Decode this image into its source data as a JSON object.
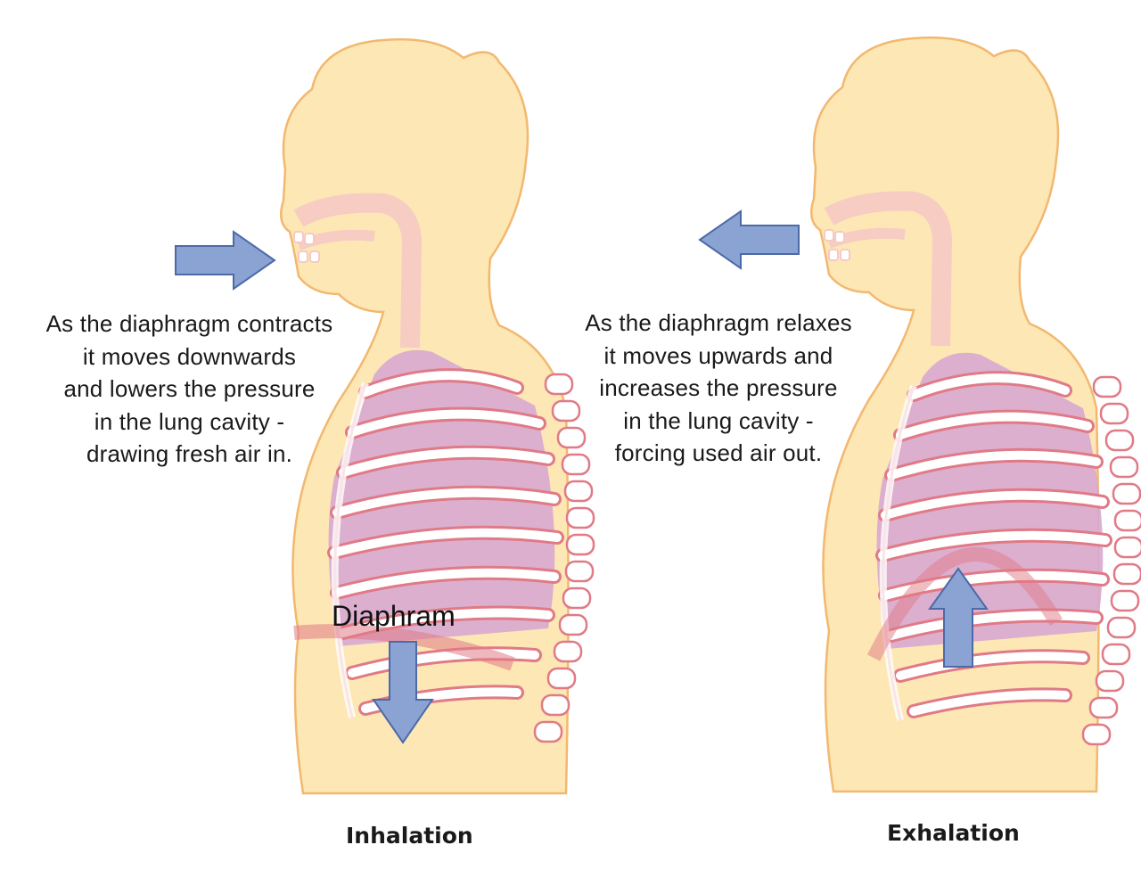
{
  "inhalation": {
    "caption": "Inhalation",
    "text_lines": [
      "As the diaphragm contracts",
      "it moves downwards",
      "and lowers the pressure",
      "in the lung cavity -",
      "drawing fresh air in."
    ],
    "diaphragm_label": "Diaphram"
  },
  "exhalation": {
    "caption": "Exhalation",
    "text_lines": [
      "As the diaphragm relaxes",
      "it moves upwards and",
      "increases the pressure",
      "in the lung cavity -",
      "forcing used air out."
    ]
  },
  "colors": {
    "body_fill": "#fde7b5",
    "body_outline": "#f2b870",
    "airway": "#f5c9c4",
    "lung": "#d8a9d2",
    "rib_outline": "#e07a86",
    "arrow_fill": "#8ba3d3",
    "arrow_outline": "#4c6aa8"
  }
}
